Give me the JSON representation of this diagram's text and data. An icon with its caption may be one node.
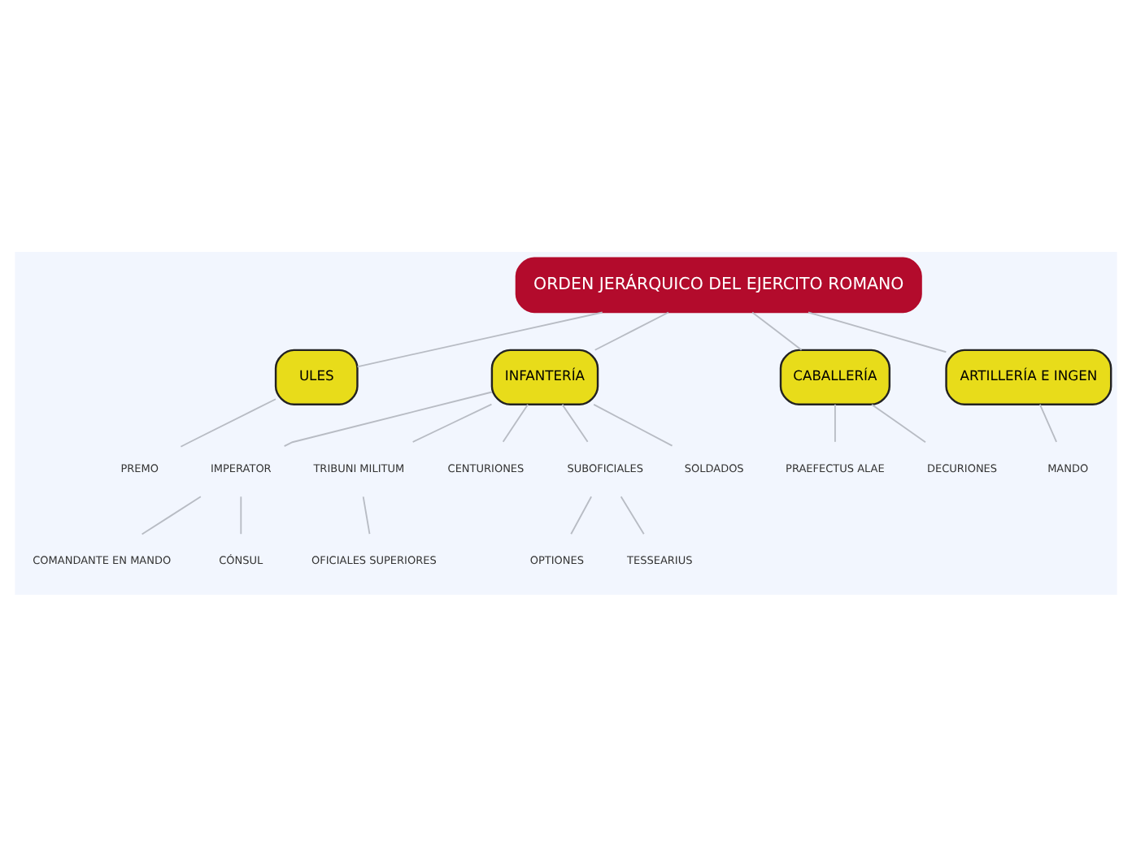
{
  "diagram": {
    "nodes": [
      {
        "text": [
          "ORDEN JERÁRQUICO DEL EJERCITO ROMANO"
        ]
      },
      {
        "text": [
          "ULES"
        ]
      },
      {
        "text": [
          "PREMO"
        ]
      },
      {
        "text": [
          "INFANTERÍA"
        ]
      },
      {
        "text": [
          "IMPERATOR"
        ]
      },
      {
        "text": [
          "COMANDANTE EN MANDO"
        ]
      },
      {
        "text": [
          "CÓNSUL"
        ]
      },
      {
        "text": [
          "TRIBUNI MILITUM"
        ]
      },
      {
        "text": [
          "OFICIALES SUPERIORES"
        ]
      },
      {
        "text": [
          "CENTURIONES"
        ]
      },
      {
        "text": [
          "SUBOFICIALES"
        ]
      },
      {
        "text": [
          "OPTIONES"
        ]
      },
      {
        "text": [
          "TESSEARIUS"
        ]
      },
      {
        "text": [
          "SOLDADOS"
        ]
      },
      {
        "text": [
          "CABALLERÍA"
        ]
      },
      {
        "text": [
          "PRAEFECTUS ALAE"
        ]
      },
      {
        "text": [
          "DECURIONES"
        ]
      },
      {
        "text": [
          "ARTILLERÍA E INGEN"
        ]
      },
      {
        "text": [
          "MANDO"
        ]
      }
    ],
    "edges": [
      {
        "from": 0,
        "to": 1,
        "arrow": "none"
      },
      {
        "from": 0,
        "to": 3,
        "arrow": "none"
      },
      {
        "from": 0,
        "to": 14,
        "arrow": "none"
      },
      {
        "from": 0,
        "to": 17,
        "arrow": "none"
      },
      {
        "from": 1,
        "to": 2,
        "arrow": "none"
      },
      {
        "from": 3,
        "to": 4,
        "arrow": "none"
      },
      {
        "from": 3,
        "to": 7,
        "arrow": "none"
      },
      {
        "from": 3,
        "to": 9,
        "arrow": "none"
      },
      {
        "from": 3,
        "to": 10,
        "arrow": "none"
      },
      {
        "from": 3,
        "to": 13,
        "arrow": "none"
      },
      {
        "from": 4,
        "to": 5,
        "arrow": "none"
      },
      {
        "from": 4,
        "to": 6,
        "arrow": "none"
      },
      {
        "from": 7,
        "to": 8,
        "arrow": "none"
      },
      {
        "from": 10,
        "to": 11,
        "arrow": "none"
      },
      {
        "from": 10,
        "to": 12,
        "arrow": "none"
      },
      {
        "from": 14,
        "to": 15,
        "arrow": "none"
      },
      {
        "from": 14,
        "to": 16,
        "arrow": "none"
      },
      {
        "from": 17,
        "to": 18,
        "arrow": "none"
      }
    ]
  }
}
